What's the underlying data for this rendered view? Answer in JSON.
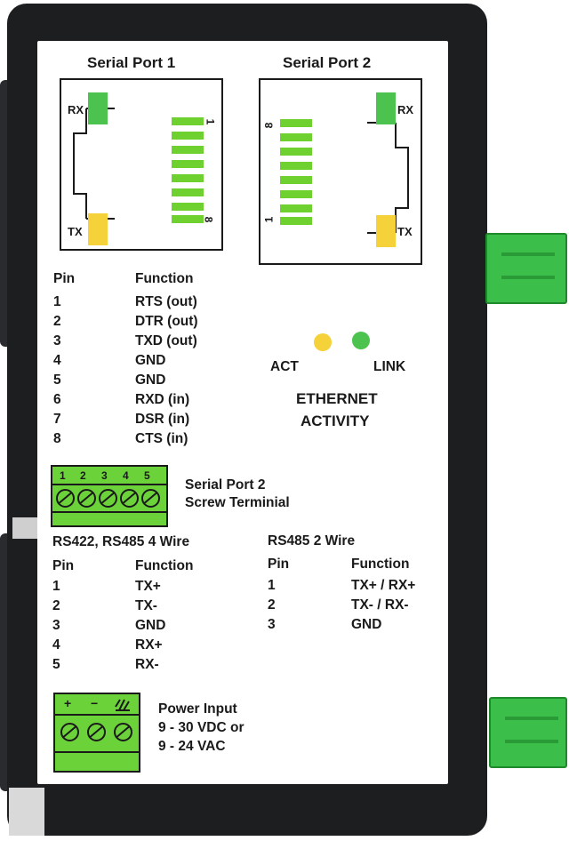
{
  "serial_port_1": {
    "title": "Serial Port 1",
    "rx": "RX",
    "tx": "TX",
    "pin_first": "1",
    "pin_last": "8"
  },
  "serial_port_2": {
    "title": "Serial Port 2",
    "rx": "RX",
    "tx": "TX",
    "pin_first": "8",
    "pin_last": "1"
  },
  "pin_table": {
    "pin_header": "Pin",
    "function_header": "Function",
    "rows": [
      {
        "pin": "1",
        "function": "RTS (out)"
      },
      {
        "pin": "2",
        "function": "DTR (out)"
      },
      {
        "pin": "3",
        "function": "TXD (out)"
      },
      {
        "pin": "4",
        "function": "GND"
      },
      {
        "pin": "5",
        "function": "GND"
      },
      {
        "pin": "6",
        "function": "RXD (in)"
      },
      {
        "pin": "7",
        "function": "DSR (in)"
      },
      {
        "pin": "8",
        "function": "CTS (in)"
      }
    ]
  },
  "ethernet": {
    "act": "ACT",
    "link": "LINK",
    "line1": "ETHERNET",
    "line2": "ACTIVITY",
    "act_color": "#f5d23a",
    "link_color": "#4cc34e"
  },
  "screw_terminal": {
    "numbers": [
      "1",
      "2",
      "3",
      "4",
      "5"
    ],
    "line1": "Serial Port 2",
    "line2": "Screw Terminial"
  },
  "rs422": {
    "title": "RS422, RS485 4 Wire",
    "pin_header": "Pin",
    "function_header": "Function",
    "rows": [
      {
        "pin": "1",
        "function": "TX+"
      },
      {
        "pin": "2",
        "function": "TX-"
      },
      {
        "pin": "3",
        "function": "GND"
      },
      {
        "pin": "4",
        "function": "RX+"
      },
      {
        "pin": "5",
        "function": "RX-"
      }
    ]
  },
  "rs485": {
    "title": "RS485 2 Wire",
    "pin_header": "Pin",
    "function_header": "Function",
    "rows": [
      {
        "pin": "1",
        "function": "TX+ / RX+"
      },
      {
        "pin": "2",
        "function": "TX- / RX-"
      },
      {
        "pin": "3",
        "function": "GND"
      }
    ]
  },
  "power": {
    "plus": "+",
    "minus": "−",
    "line1": "Power Input",
    "line2": "9 - 30 VDC or",
    "line3": "9 - 24 VAC"
  },
  "colors": {
    "housing": "#1d1e20",
    "terminal_green": "#6cd23a",
    "connector_green": "#3bbf4a",
    "led_yellow": "#f5d23a"
  }
}
